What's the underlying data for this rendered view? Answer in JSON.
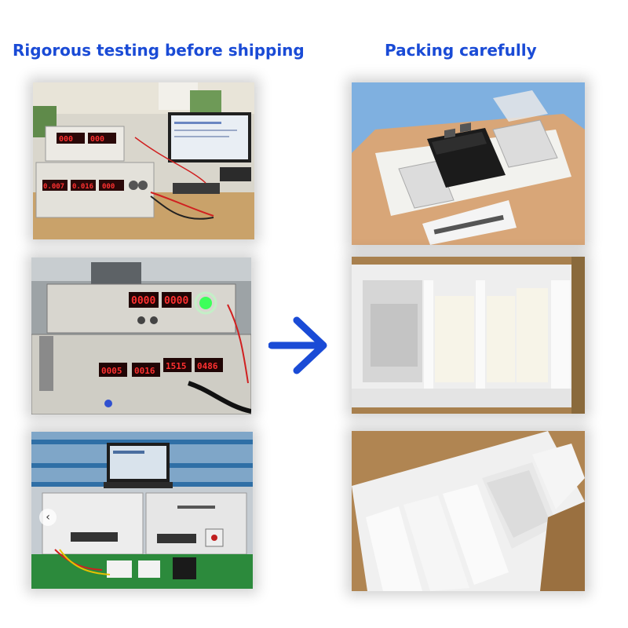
{
  "headings": {
    "left": "Rigorous testing before shipping",
    "right": "Packing carefully"
  },
  "readouts": {
    "panel1_top": [
      "000",
      "000"
    ],
    "panel1_bottom": [
      "0.007",
      "0.016",
      "000"
    ],
    "panel2_top": [
      "0000",
      "0000"
    ],
    "panel2_bottom": [
      "0005",
      "0016",
      "1515",
      "0486"
    ]
  },
  "icons": {
    "arrow": "arrow-right-icon",
    "carousel": "chevron-left-icon"
  },
  "colors": {
    "heading": "#1a4bd6",
    "arrow": "#1a4bd6"
  }
}
